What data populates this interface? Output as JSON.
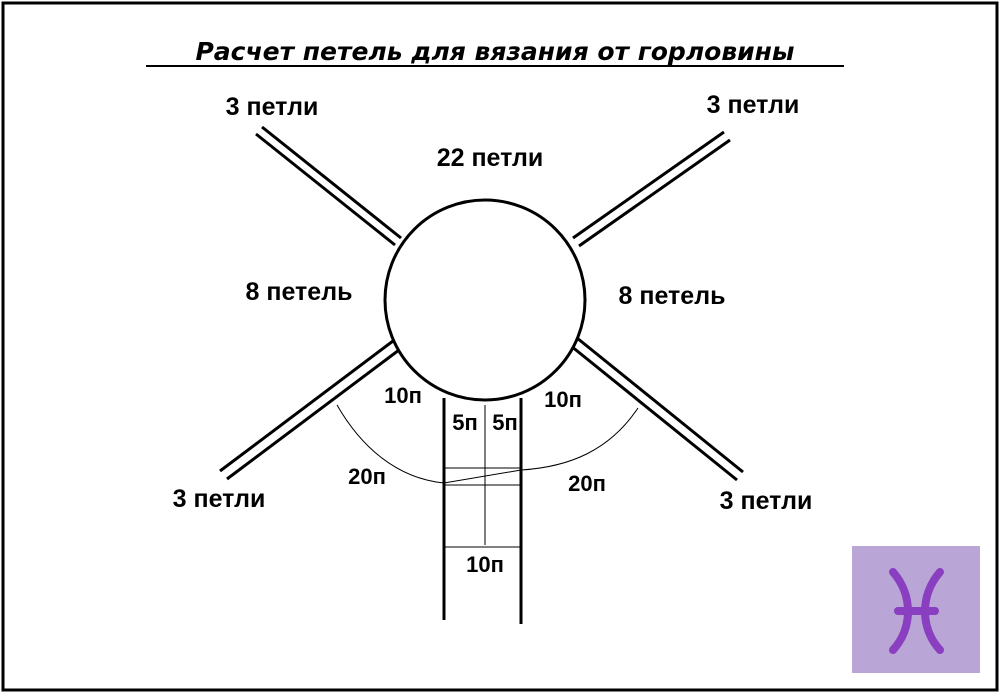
{
  "diagram": {
    "title": "Расчет петель для вязания от горловины",
    "labels": {
      "top": "22 петли",
      "left": "8 петель",
      "right": "8 петель",
      "raglan_top_left": "3 петли",
      "raglan_top_right": "3 петли",
      "raglan_bottom_left": "3 петли",
      "raglan_bottom_right": "3 петли",
      "front_left_upper": "10п",
      "front_right_upper": "10п",
      "front_left_lower": "20п",
      "front_right_lower": "20п",
      "placket_left": "5п",
      "placket_right": "5п",
      "placket_bottom": "10п"
    }
  },
  "logo": {
    "icon": "pisces-zodiac-icon",
    "background_color": "#b9a6d6",
    "glyph_color": "#8a3fc0"
  }
}
